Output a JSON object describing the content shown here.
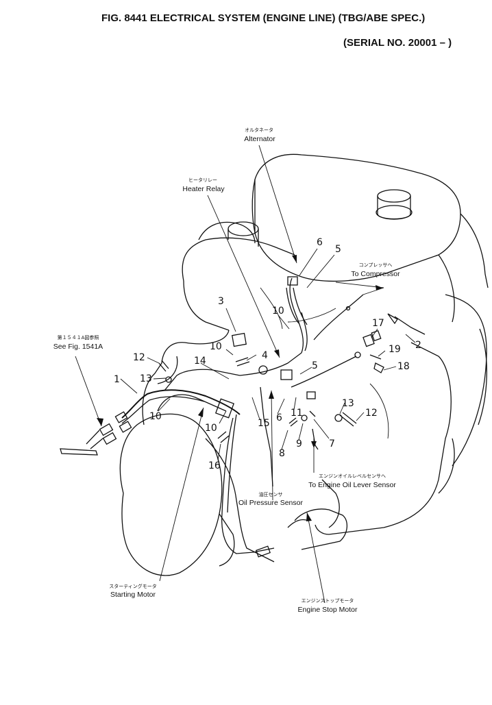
{
  "header": {
    "title": "FIG. 8441  ELECTRICAL SYSTEM (ENGINE LINE) (TBG/ABE SPEC.)",
    "serial": "(SERIAL NO. 20001 – )"
  },
  "labels": {
    "alternator": {
      "jp": "オルタネータ",
      "en": "Alternator"
    },
    "heater_relay": {
      "jp": "ヒータリレー",
      "en": "Heater Relay"
    },
    "compressor": {
      "jp": "コンプレッサへ",
      "en": "To Compressor"
    },
    "see_fig": {
      "jp": "第１５４１A図参照",
      "en": "See Fig. 1541A"
    },
    "oil_level": {
      "jp": "エンジンオイルレベルセンサへ",
      "en": "To Engine Oil Lever Sensor"
    },
    "oil_pressure": {
      "jp": "油圧センサ",
      "en": "Oil Pressure Sensor"
    },
    "starting_motor": {
      "jp": "スターティングモータ",
      "en": "Starting Motor"
    },
    "engine_stop": {
      "jp": "エンジンストップモータ",
      "en": "Engine Stop Motor"
    }
  },
  "callouts": {
    "c6a": "6",
    "c5a": "5",
    "c3": "3",
    "c10a": "10",
    "c17": "17",
    "c2": "2",
    "c10b": "10",
    "c4": "4",
    "c19": "19",
    "c12a": "12",
    "c14": "14",
    "c5b": "5",
    "c18": "18",
    "c13a": "13",
    "c1": "1",
    "c10c": "10",
    "c15": "15",
    "c6b": "6",
    "c11": "11",
    "c13b": "13",
    "c12b": "12",
    "c10d": "10",
    "c8": "8",
    "c9": "9",
    "c7": "7",
    "c16": "16"
  }
}
